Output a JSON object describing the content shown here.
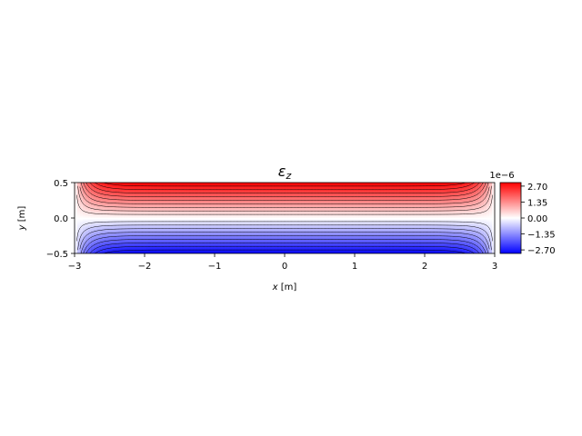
{
  "chart_data": {
    "type": "heatmap",
    "title": "ε_z",
    "title_parts": {
      "main": "ε",
      "sub": "z"
    },
    "xlabel": "x [m]",
    "ylabel": "y [m]",
    "xlabel_parts": {
      "var": "x",
      "unit": " [m]"
    },
    "ylabel_parts": {
      "var": "y",
      "unit": " [m]"
    },
    "xlim": [
      -3,
      3
    ],
    "ylim": [
      -0.5,
      0.5
    ],
    "x_ticks": [
      -3,
      -2,
      -1,
      0,
      1,
      2,
      3
    ],
    "x_tick_labels": [
      "−3",
      "−2",
      "−1",
      "0",
      "1",
      "2",
      "3"
    ],
    "y_ticks": [
      0.5,
      0.0,
      -0.5
    ],
    "y_tick_labels": [
      "0.5",
      "0.0",
      "−0.5"
    ],
    "colormap": "bwr",
    "colorbar": {
      "offset_label": "1e−6",
      "ticks": [
        2.7,
        1.35,
        0.0,
        -1.35,
        -2.7
      ],
      "tick_labels": [
        "2.70",
        "1.35",
        "0.00",
        "−1.35",
        "−2.70"
      ],
      "range": [
        -3.0,
        3.0
      ]
    },
    "field": {
      "description": "strain field: zero at y=0, positive (red) on top, negative (blue) on bottom, decaying to zero at x=±3",
      "max_abs": 3e-06
    },
    "contour_levels": 11,
    "colors": {
      "low": "#0000ff",
      "mid": "#ffffff",
      "high": "#ff0000",
      "contour": "#000000"
    }
  }
}
